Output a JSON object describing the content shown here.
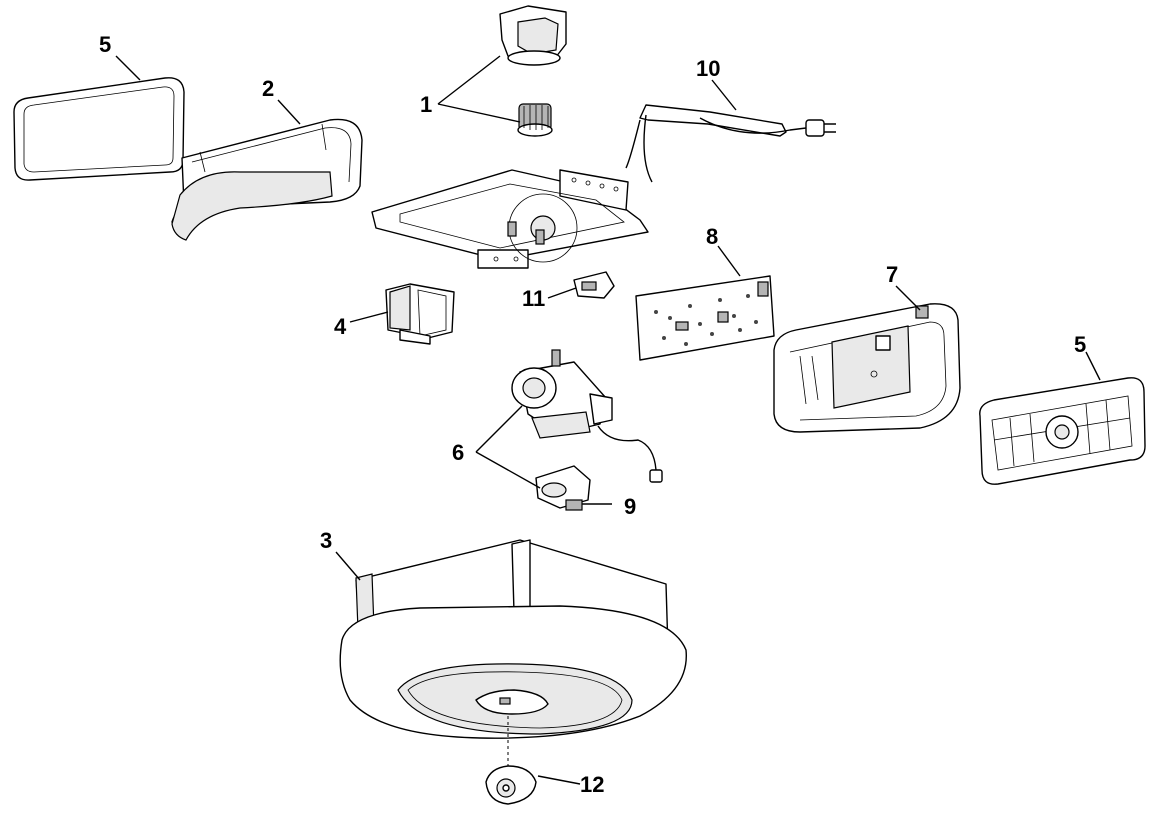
{
  "callouts": {
    "p1": "1",
    "p2": "2",
    "p3": "3",
    "p4": "4",
    "p5_left": "5",
    "p5_right": "5",
    "p6": "6",
    "p7": "7",
    "p8": "8",
    "p9": "9",
    "p10": "10",
    "p11": "11",
    "p12": "12"
  }
}
